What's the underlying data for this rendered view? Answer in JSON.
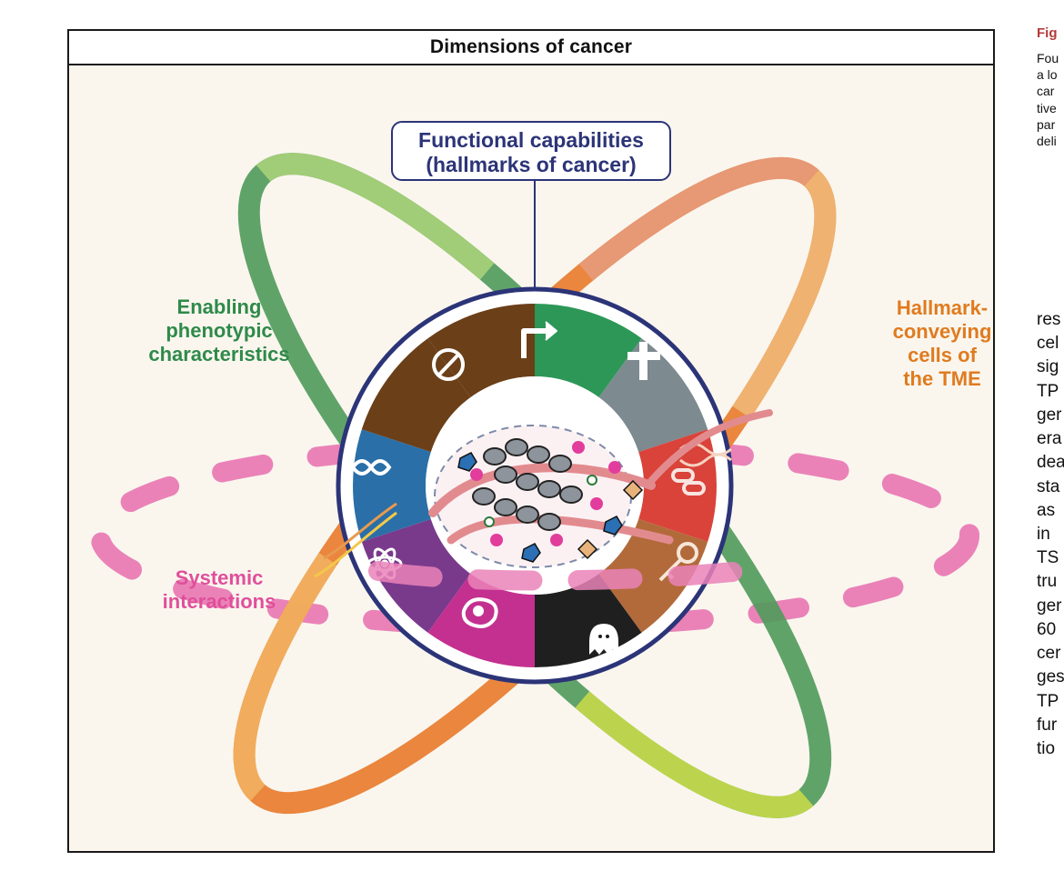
{
  "figure": {
    "title": "Dimensions of cancer",
    "labels": {
      "functional": [
        "Functional capabilities",
        "(hallmarks of cancer)"
      ],
      "enabling": [
        "Enabling",
        "phenotypic",
        "characteristics"
      ],
      "hallmark": [
        "Hallmark-",
        "conveying",
        "cells of",
        "the TME"
      ],
      "systemic": [
        "Systemic",
        "interactions"
      ]
    }
  },
  "caption": {
    "title": "Fig",
    "lines": [
      "Fou",
      "a lo",
      "car",
      "tive",
      "par",
      "deli"
    ]
  },
  "body_text": {
    "lines": [
      "res",
      "cel",
      "sig",
      "TP",
      "ger",
      "era",
      "dea",
      "sta",
      "as",
      "in",
      "TS",
      "tru",
      "ger",
      "60",
      "cer",
      "ges",
      "TP",
      "fur",
      "tio"
    ]
  },
  "colors": {
    "functional": "#2c3478",
    "enabling": "#2f8a4a",
    "hallmark": "#e07b1f",
    "systemic": "#e04f9b"
  },
  "icons": [
    "no-entry-icon",
    "arrow-icon",
    "cross-icon",
    "broken-chain-icon",
    "key-icon",
    "ghost-icon",
    "macrophage-icon",
    "atom-icon",
    "infinity-icon",
    "dna-icon"
  ]
}
